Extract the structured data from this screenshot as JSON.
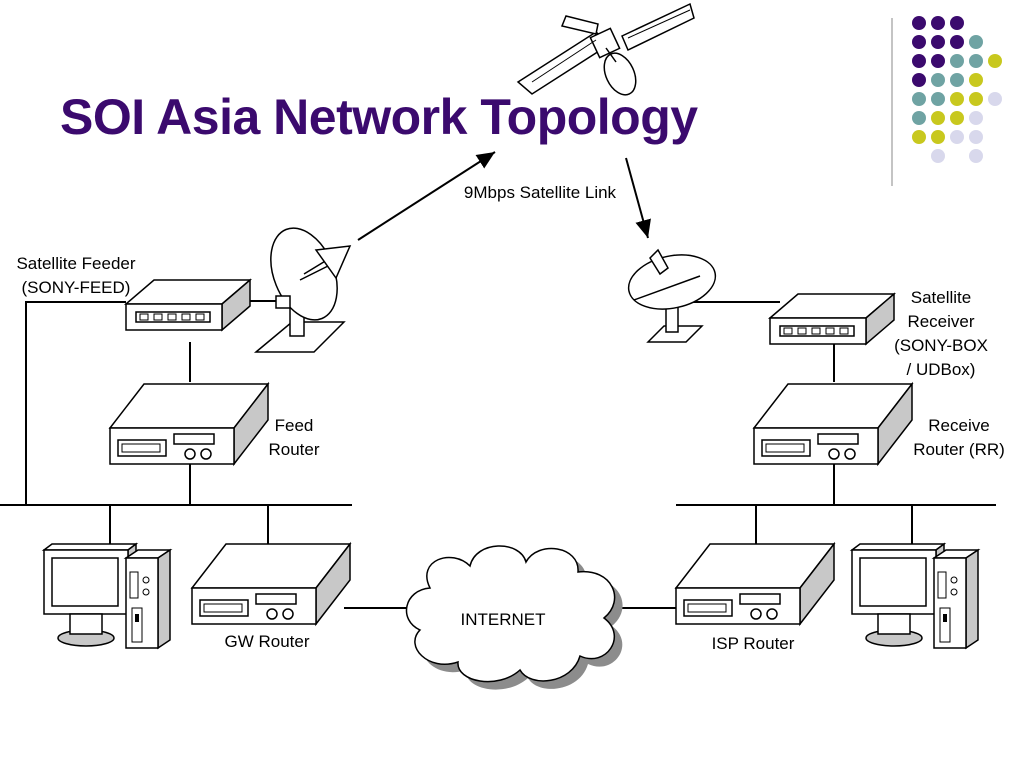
{
  "title": "SOI Asia Network Topology",
  "link_label": "9Mbps Satellite Link",
  "cloud_label": "INTERNET",
  "labels": {
    "satellite_feeder": [
      "Satellite Feeder",
      "(SONY-FEED)"
    ],
    "feed_router": [
      "Feed",
      "Router"
    ],
    "gw_router": "GW Router",
    "satellite_receiver": [
      "Satellite",
      "Receiver",
      "(SONY-BOX",
      "/ UDBox)"
    ],
    "receive_router": [
      "Receive",
      "Router (RR)"
    ],
    "isp_router": "ISP Router"
  },
  "colors": {
    "title": "#3b0a6e",
    "dot_purple": "#3b0a6e",
    "dot_teal": "#6fa3a3",
    "dot_yellow": "#c8c81e",
    "dot_lavender": "#d8d8ec",
    "device_face": "#ffffff",
    "device_side": "#c8c8c8",
    "cloud_shadow": "#8c8c8c"
  }
}
